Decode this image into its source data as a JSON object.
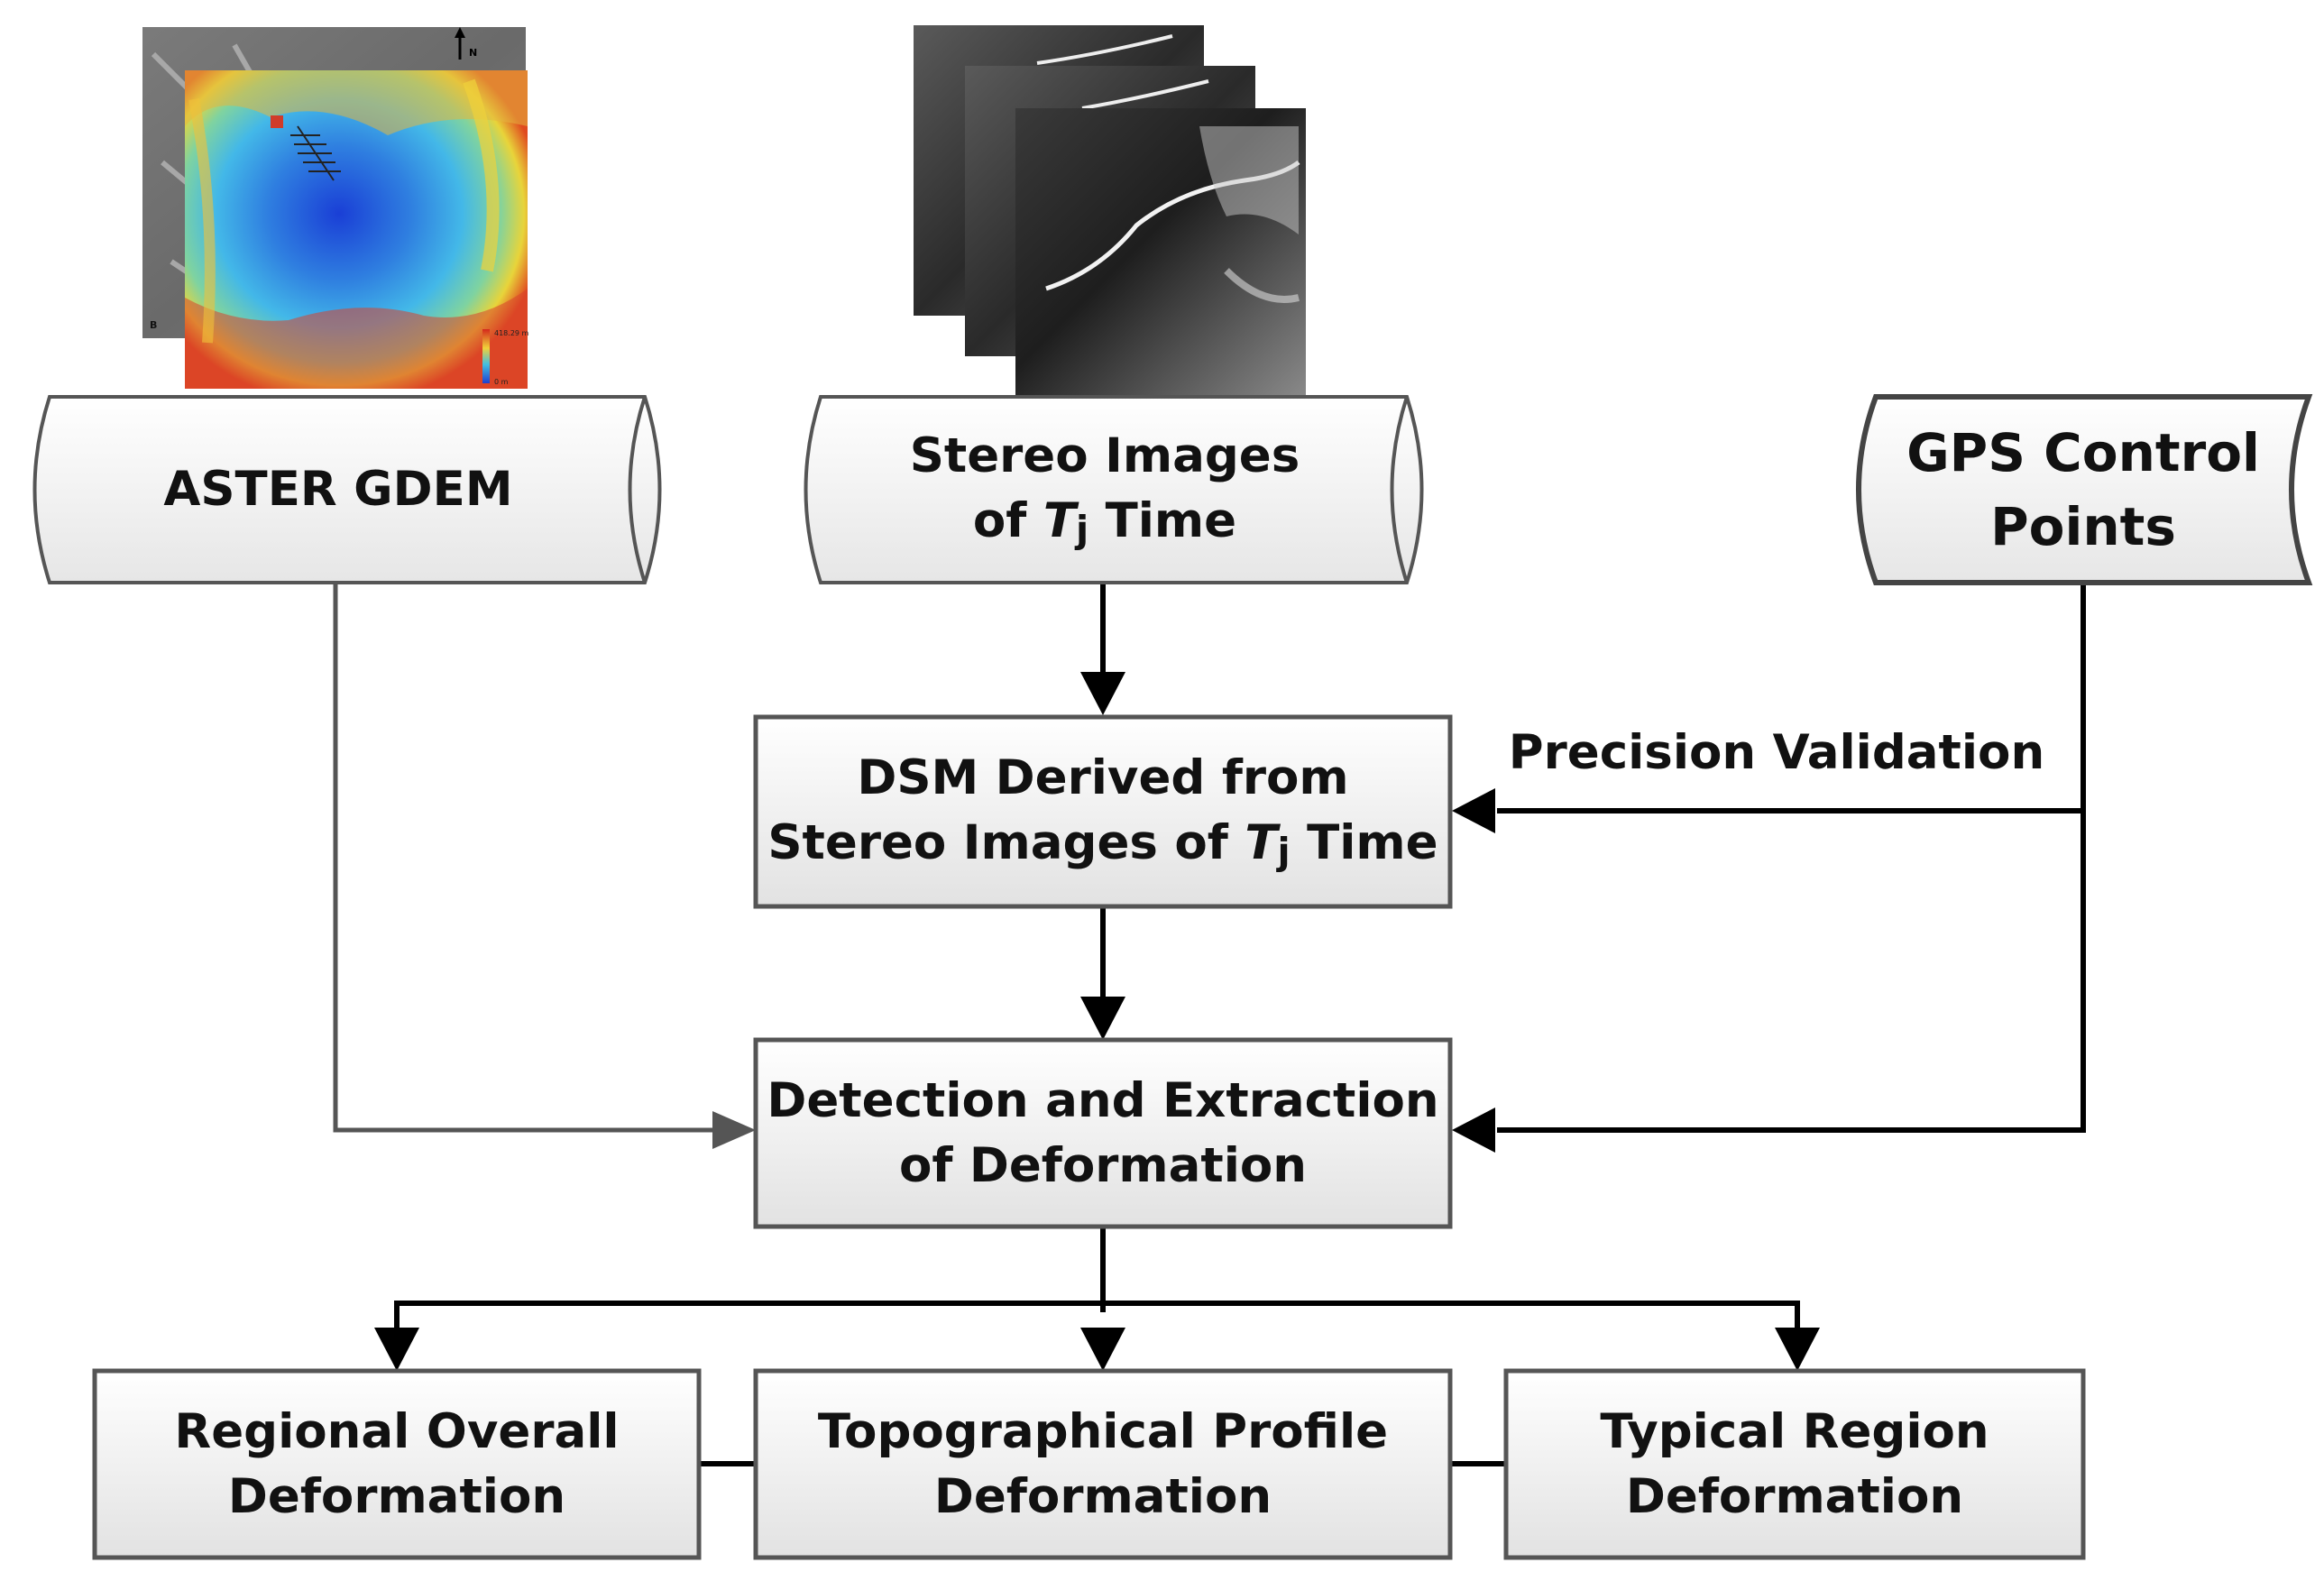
{
  "nodes": {
    "aster_gdem": {
      "label": "ASTER GDEM"
    },
    "stereo_images": {
      "line1": "Stereo Images",
      "line2_pre": "of ",
      "line2_var": "T",
      "line2_sub": "j",
      "line2_post": " Time"
    },
    "gps_points": {
      "line1": "GPS Control",
      "line2": "Points"
    },
    "dsm_derived": {
      "line1": "DSM Derived from",
      "line2_pre": "Stereo Images of ",
      "line2_var": "T",
      "line2_sub": "j",
      "line2_post": " Time"
    },
    "detection": {
      "line1": "Detection and Extraction",
      "line2": "of Deformation"
    },
    "regional": {
      "line1": "Regional Overall",
      "line2": "Deformation"
    },
    "profile": {
      "line1": "Topographical Profile",
      "line2": "Deformation"
    },
    "typical": {
      "line1": "Typical Region",
      "line2": "Deformation"
    }
  },
  "edges": {
    "precision_validation": {
      "label": "Precision Validation"
    }
  },
  "thumbnails": {
    "dem_map": {
      "north_label": "N",
      "panel_label": "B",
      "legend_max": "418.29 m",
      "legend_min": "0 m"
    }
  },
  "colors": {
    "line": "#000000",
    "gray_line": "#555555",
    "box_border": "#555555",
    "box_fill_top": "#ffffff",
    "box_fill_bottom": "#e4e4e4",
    "text": "#111111"
  }
}
